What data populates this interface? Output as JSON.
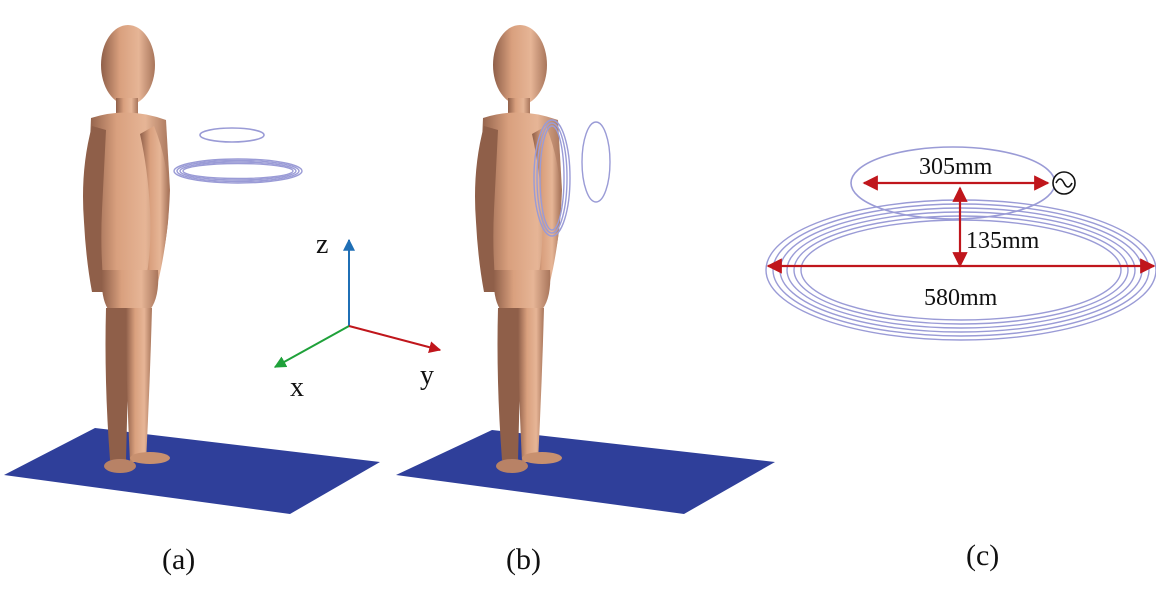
{
  "panels": [
    {
      "caption": "(a)"
    },
    {
      "caption": "(b)"
    },
    {
      "caption": "(c)"
    }
  ],
  "axes": {
    "z": "z",
    "x": "x",
    "y": "y"
  },
  "dimensions": {
    "small_coil_diameter": "305mm",
    "coil_separation": "135mm",
    "large_coil_diameter": "580mm"
  },
  "colors": {
    "skin": "#d9a07e",
    "skin_shadow": "#9a6a52",
    "ground": "#2f3f9a",
    "coil": "#9a9bd6",
    "dimension_arrow": "#c0161c",
    "axis_z": "#1f6fb5",
    "axis_x": "#1fa13a",
    "axis_y": "#c0161c"
  },
  "icons": [
    "ac-source-icon"
  ]
}
